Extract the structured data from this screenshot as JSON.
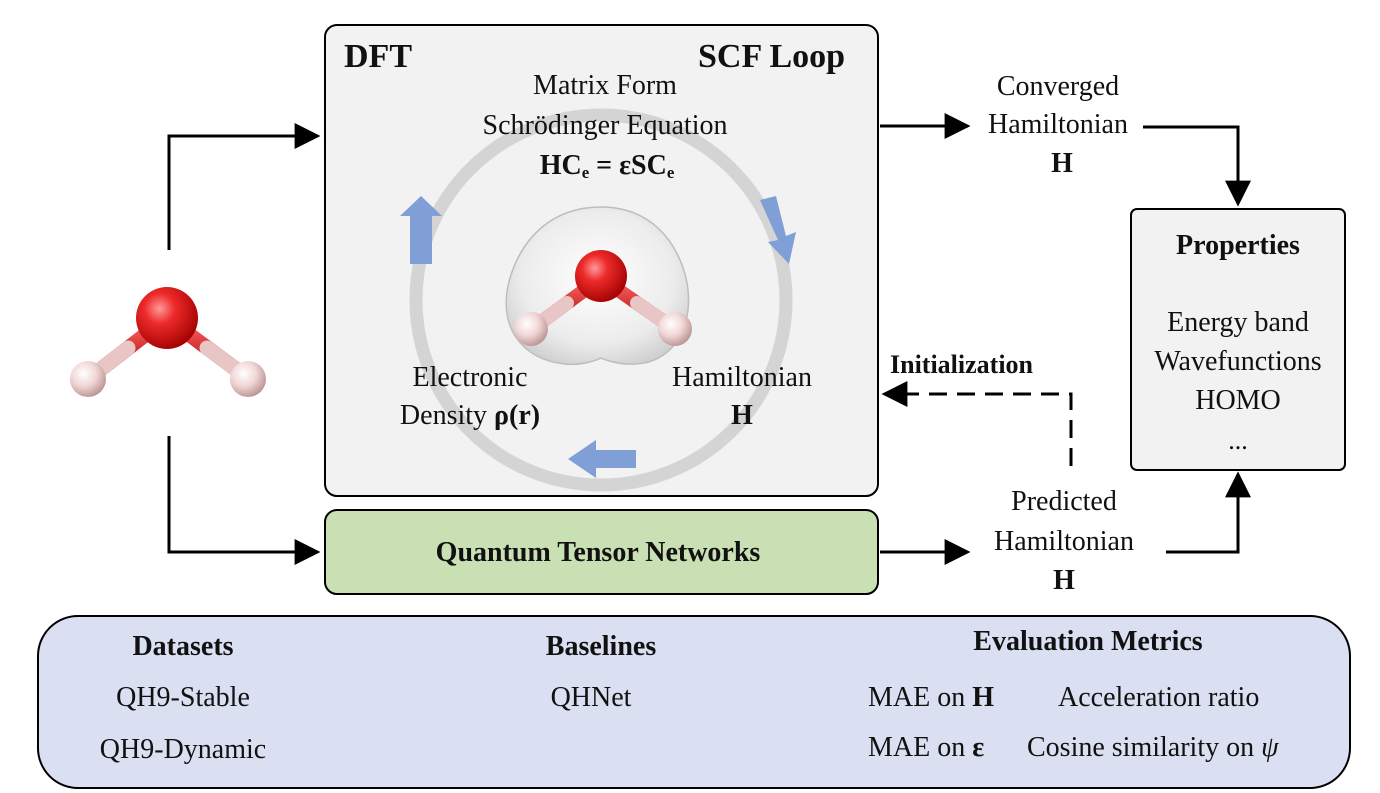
{
  "dft_box": {
    "title_left": "DFT",
    "title_right": "SCF Loop",
    "eq_line1": "Matrix Form",
    "eq_line2": "Schrödinger Equation",
    "eq_H": "HC",
    "eq_e1": "e",
    "eq_mid": " = εSC",
    "eq_e2": "e",
    "density_line1": "Electronic",
    "density_line2": "Density ",
    "density_sym": "ρ(r)",
    "hamiltonian_line1": "Hamiltonian",
    "hamiltonian_sym": "H"
  },
  "converged": {
    "line1": "Converged",
    "line2": "Hamiltonian",
    "sym": "H"
  },
  "predicted": {
    "line1": "Predicted",
    "line2": "Hamiltonian",
    "sym": "H"
  },
  "initialization": "Initialization",
  "qtn_label": "Quantum Tensor Networks",
  "properties": {
    "title": "Properties",
    "items": [
      "Energy band",
      "Wavefunctions",
      "HOMO",
      "..."
    ]
  },
  "bottom_panel": {
    "datasets": {
      "title": "Datasets",
      "items": [
        "QH9-Stable",
        "QH9-Dynamic"
      ]
    },
    "baselines": {
      "title": "Baselines",
      "items": [
        "QHNet"
      ]
    },
    "metrics": {
      "title": "Evaluation Metrics",
      "m1_prefix": "MAE on ",
      "m1_sym": "H",
      "m2": "Acceleration ratio",
      "m3_prefix": "MAE on ",
      "m3_sym": "ε",
      "m4_prefix": "Cosine similarity on ",
      "m4_sym": "ψ"
    }
  },
  "colors": {
    "dft_fill": "#f2f2f2",
    "qtn_fill": "#c9e0b4",
    "panel_fill": "#dae0f2",
    "loop_ring": "#d4d4d4",
    "loop_arrow": "#7f9fd6",
    "oxygen": "#e02020",
    "hydrogen": "#f4dada"
  }
}
